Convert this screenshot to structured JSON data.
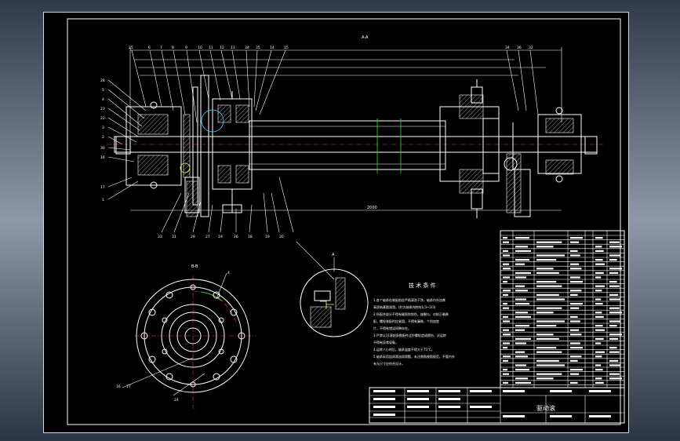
{
  "drawing": {
    "section_label_top": "A-A",
    "section_label_bottom": "B-B",
    "section_label_detail": "A",
    "dim_overall": "2000",
    "tech_title": "技 术 条 件",
    "tech_lines": [
      "1.各个轴承在装配前应严格清洗干净，轴承内外加厚",
      "  高质钠基脂润滑。(约为轴承内腔的1/3~2/3)",
      "2.所配合部分不得有碰损和划伤，座圈与、对轮正确装",
      "  配，螺栓装配时应紧固，不得有漏装，个别加垫",
      "  片，不得有错误间隙存在。",
      "3.严禁以11滚轮条数配件过拧螺栓造成擦伤，试运转",
      "  不得有异常现象。",
      "4.运转八小时后，轴承温度不得大于75°C。",
      "5.轴承采用加润滑油润滑脂，未注倒角按照规范，不管内外",
      "  有无尺寸应符合设计。"
    ],
    "title_block_name": "驱动滚",
    "leader_numbers_top": [
      "25",
      "6",
      "7",
      "8",
      "9",
      "10",
      "11",
      "12",
      "13",
      "34",
      "35",
      "14",
      "15"
    ],
    "leader_numbers_left": [
      "28",
      "5",
      "4",
      "23",
      "22",
      "3",
      "2",
      "30",
      "16",
      "17",
      "1"
    ],
    "leader_numbers_bottom": [
      "33",
      "31",
      "29",
      "27",
      "19",
      "26",
      "18",
      "19",
      "20"
    ],
    "leader_numbers_right": [
      "34",
      "36",
      "32"
    ],
    "section_view_numbers": [
      "4",
      "16",
      "17",
      "24"
    ]
  }
}
